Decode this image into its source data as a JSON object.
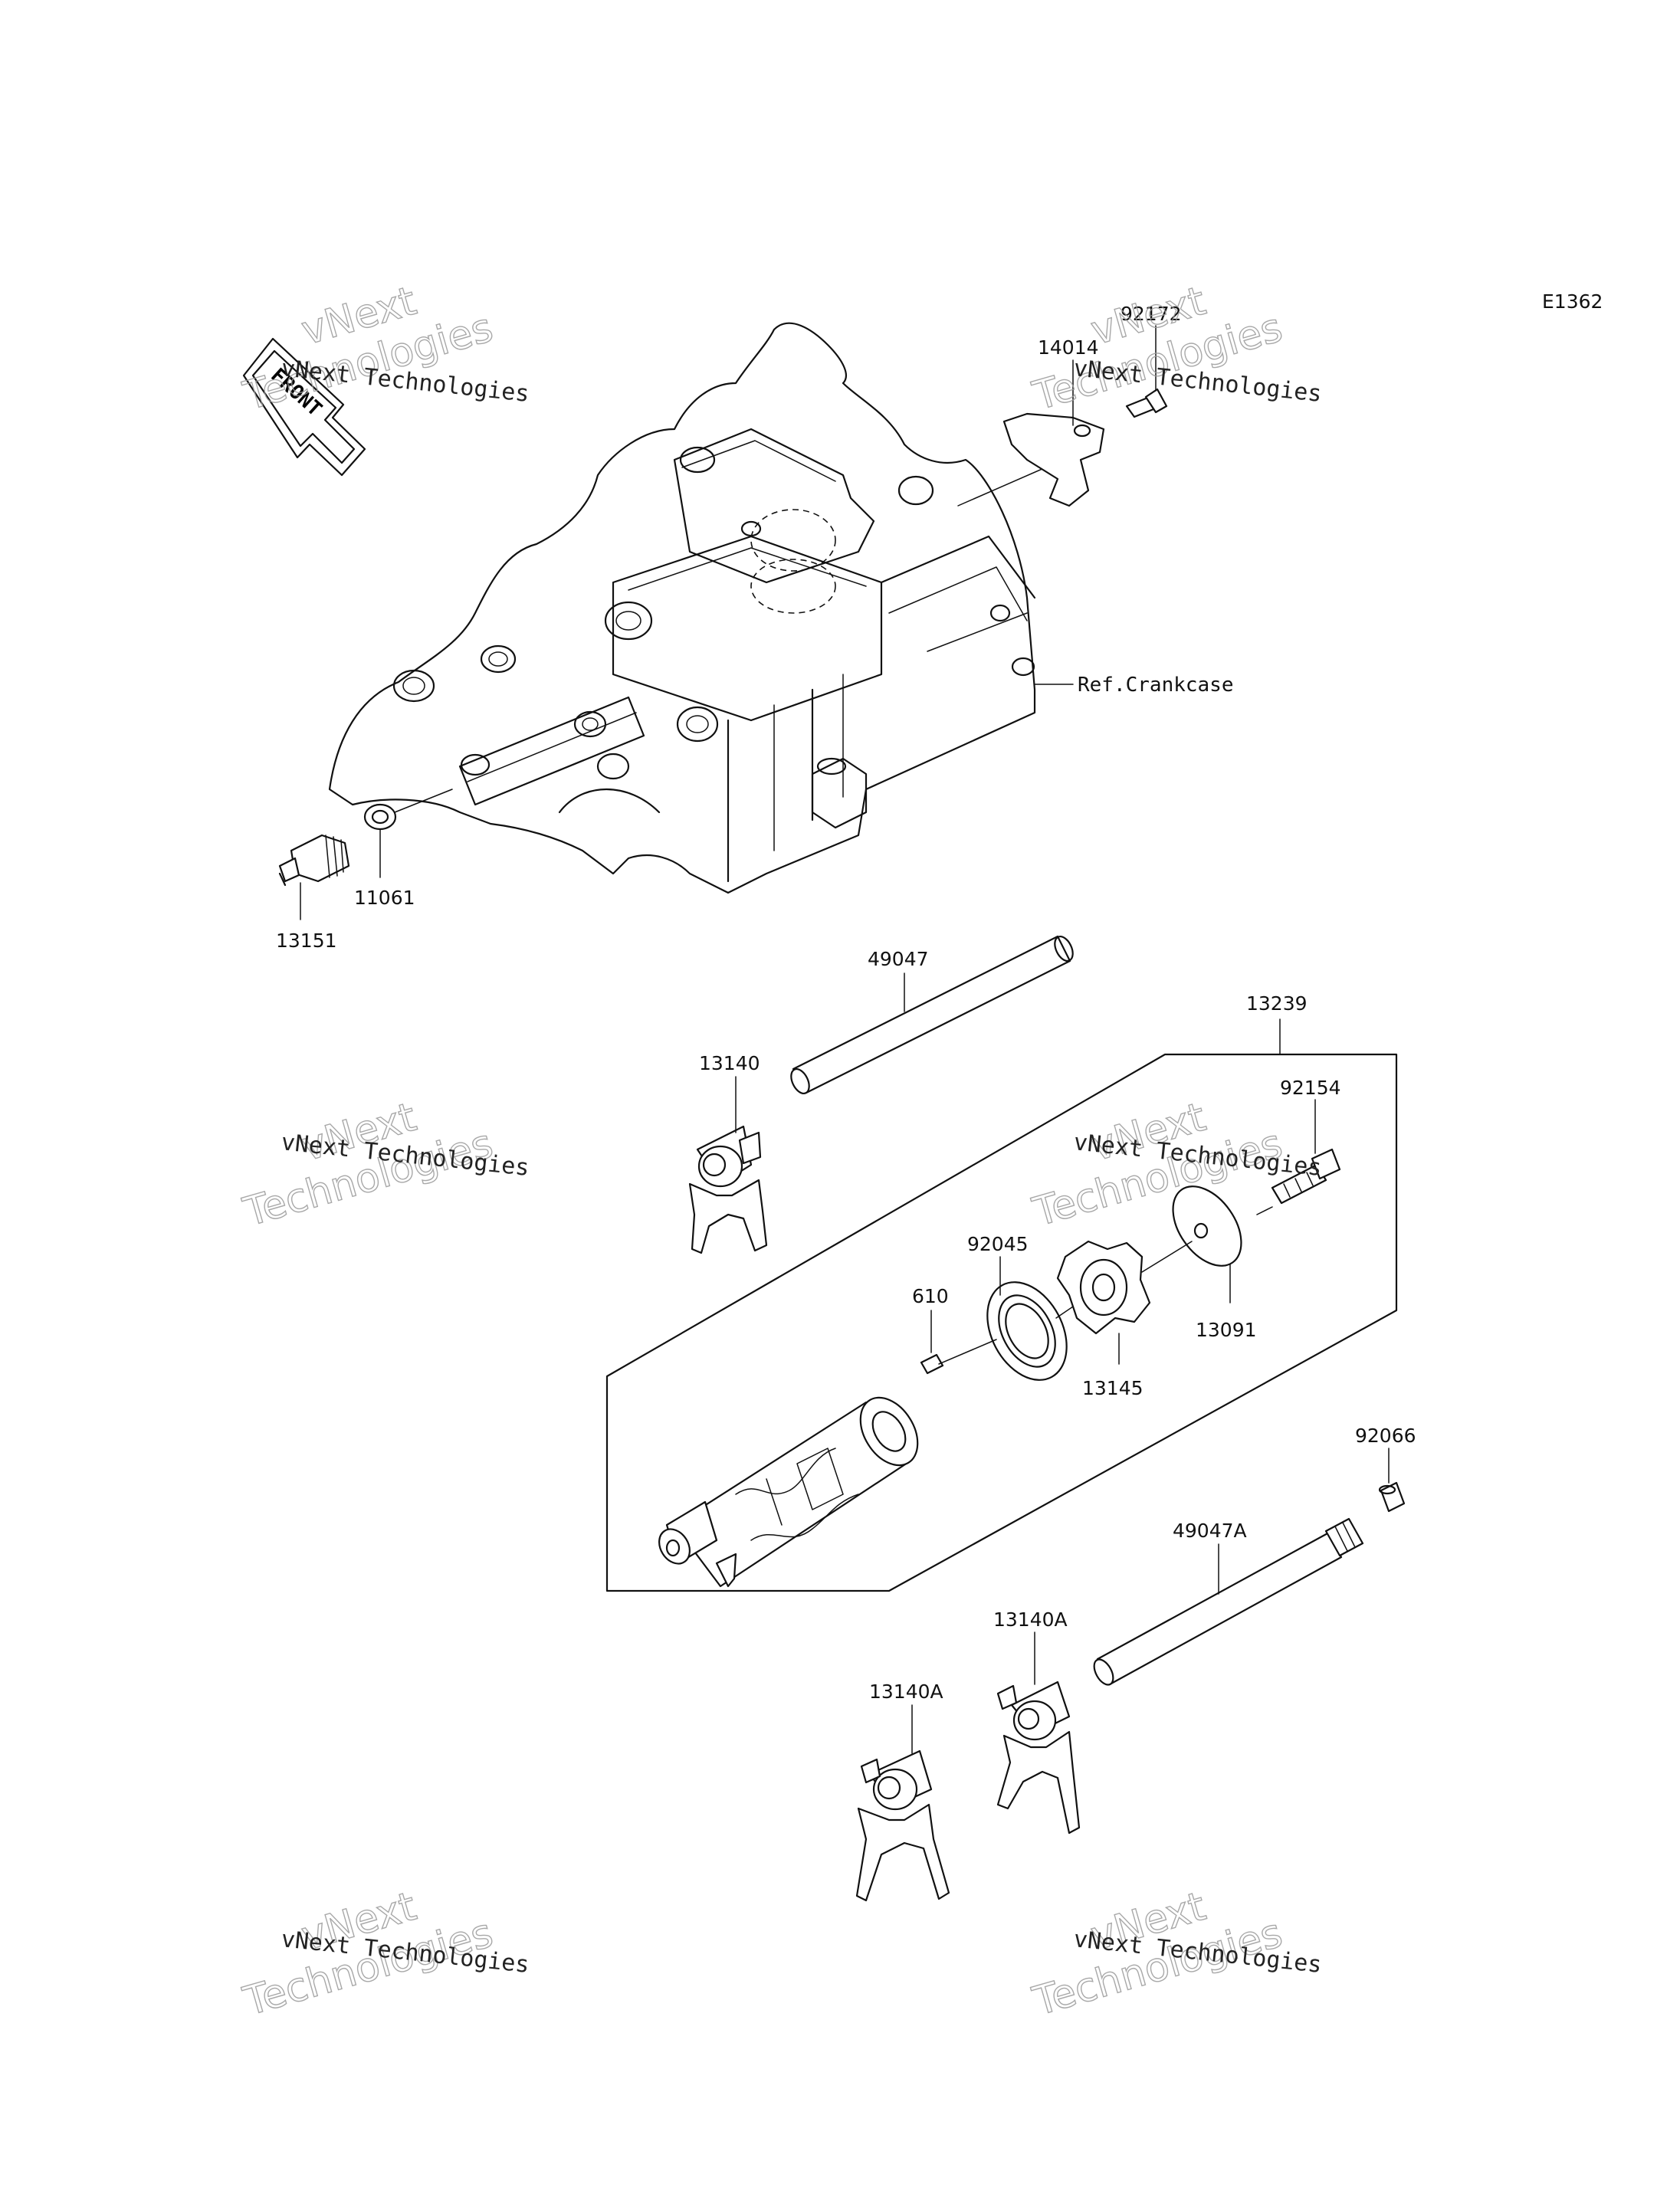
{
  "diagram": {
    "code": "E1362",
    "front_label": "FRONT",
    "ref_label": "Ref.Crankcase"
  },
  "parts": {
    "p92172": "92172",
    "p14014": "14014",
    "p11061": "11061",
    "p13151": "13151",
    "p49047": "49047",
    "p13239": "13239",
    "p13140": "13140",
    "p92154": "92154",
    "p92045": "92045",
    "p610": "610",
    "p13091": "13091",
    "p13145": "13145",
    "p92066": "92066",
    "p49047A": "49047A",
    "p13140A_a": "13140A",
    "p13140A_b": "13140A"
  },
  "watermark": {
    "line1": "vNext Technologies",
    "line2": "vNext",
    "line3": "Technologies"
  }
}
